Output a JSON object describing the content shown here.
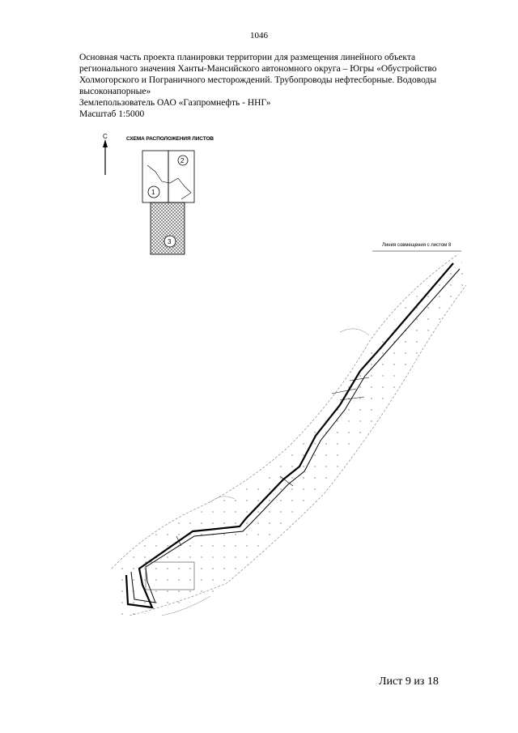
{
  "page": {
    "number": "1046"
  },
  "header": {
    "title": "Основная часть проекта планировки территории для размещения линейного объекта регионального значения Ханты-Мансийского автономного округа – Югры «Обустройство Холмогорского и Пограничного месторождений. Трубопроводы нефтесборные. Водоводы высоконапорные»",
    "land_user": "Землепользователь ОАО «Газпромнефть - ННГ»",
    "scale": "Масштаб 1:5000"
  },
  "scheme": {
    "title": "СХЕМА РАСПОЛОЖЕНИЯ ЛИСТОВ",
    "north_label": "С",
    "sheets": [
      "1",
      "2",
      "3"
    ]
  },
  "map": {
    "match_line": "Линия совмещения с листом 8",
    "colors": {
      "line": "#000000",
      "hatch": "#444444"
    }
  },
  "footer": {
    "sheet": "Лист 9 из 18"
  }
}
